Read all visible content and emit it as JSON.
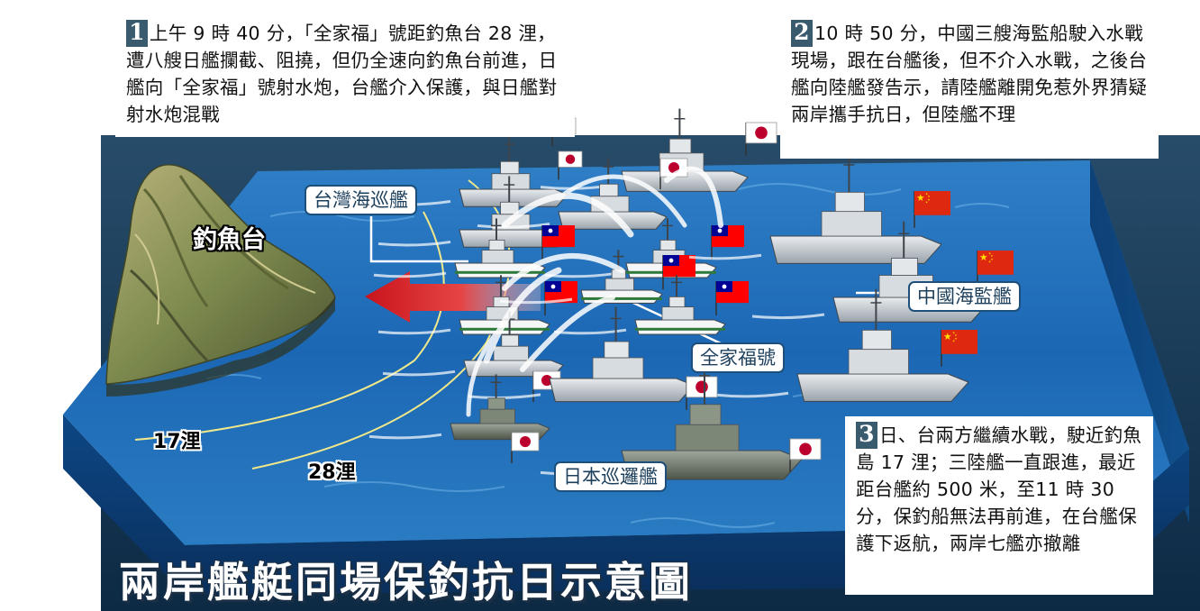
{
  "title": "兩岸艦艇同場保釣抗日示意圖",
  "island": {
    "label": "釣魚台"
  },
  "distances": {
    "near": "17浬",
    "far": "28浬"
  },
  "labels": {
    "taiwan_ships": "台灣海巡艦",
    "china_ships": "中國海監艦",
    "protest_boat": "全家福號",
    "japan_ships": "日本巡邏艦"
  },
  "notes": [
    {
      "num": "1",
      "text": "上午 9 時 40 分，「全家福」號距釣魚台 28 浬，遭八艘日艦攔截、阻撓，但仍全速向釣魚台前進，日艦向「全家福」號射水炮，台艦介入保護，與日艦對射水炮混戰"
    },
    {
      "num": "2",
      "text": "10 時 50 分，中國三艘海監船駛入水戰現場，跟在台艦後，但不介入水戰，之後台艦向陸艦發告示，請陸艦離開免惹外界猜疑兩岸攜手抗日，但陸艦不理"
    },
    {
      "num": "3",
      "text": "日、台兩方繼續水戰，駛近釣魚島 17 浬；三陸艦一直跟進，最近距台艦約 500 米，至11 時 30 分，保釣船無法再前進，在台艦保護下返航，兩岸七艦亦撤離"
    }
  ],
  "colors": {
    "sea_light": "#3f8fd0",
    "sea_dark": "#0f3f78",
    "frame": "#16354f",
    "arrow": "#d8232a",
    "china_flag": "#de2910",
    "taiwan_flag": "#fe0000",
    "japan_flag": "#bc002d",
    "label_border": "#1c4f7a"
  },
  "icons": [
    "island-icon",
    "japan-flag-icon",
    "taiwan-flag-icon",
    "china-flag-icon",
    "ship-icon",
    "arrow-icon"
  ]
}
